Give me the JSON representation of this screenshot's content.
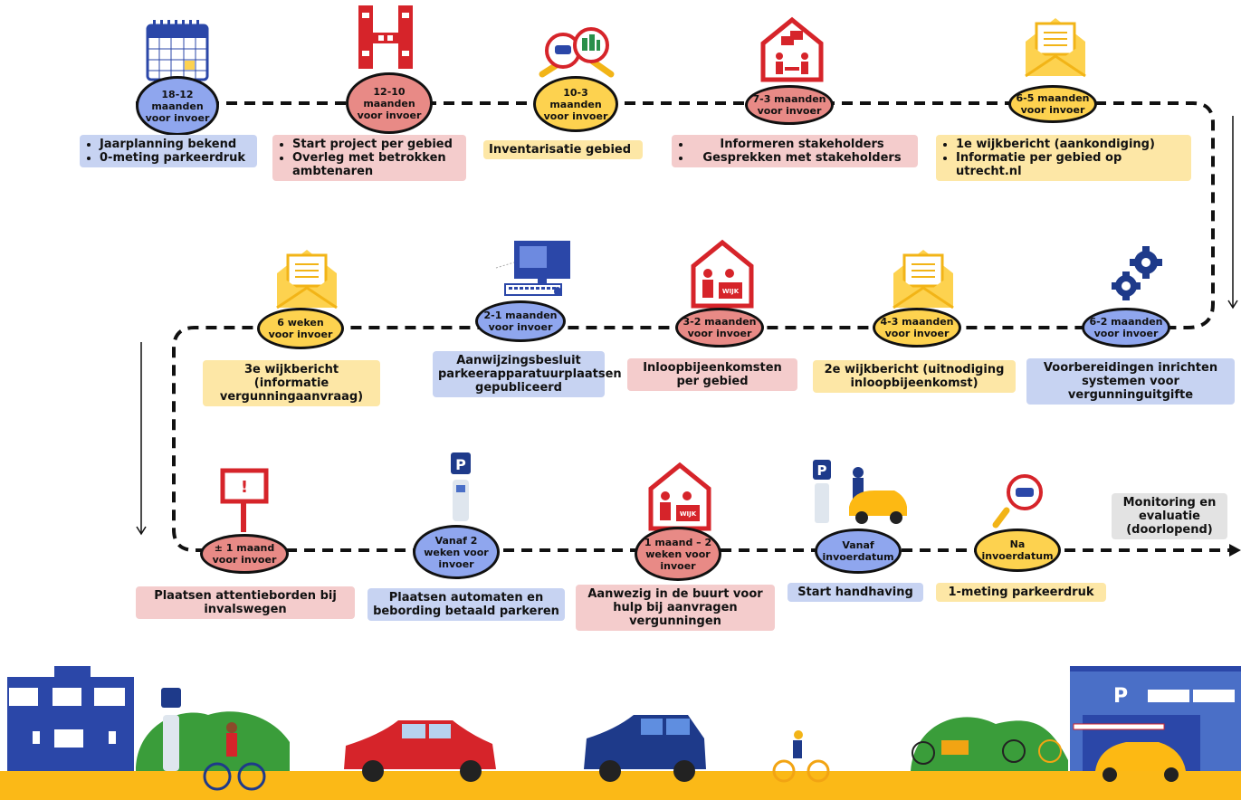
{
  "row1": {
    "nodes": [
      {
        "label": "18-12 maanden voor invoer",
        "tone": "blue"
      },
      {
        "label": "12-10 maanden voor invoer",
        "tone": "red"
      },
      {
        "label": "10-3 maanden voor invoer",
        "tone": "yellow"
      },
      {
        "label": "7-3 maanden voor invoer",
        "tone": "red"
      },
      {
        "label": "6-5 maanden voor invoer",
        "tone": "yellow"
      }
    ],
    "tags": [
      {
        "items": [
          "Jaarplanning bekend",
          "0-meting parkeerdruk"
        ]
      },
      {
        "items": [
          "Start project per gebied",
          "Overleg met betrokken ambtenaren"
        ]
      },
      {
        "text": "Inventarisatie gebied"
      },
      {
        "items": [
          "Informeren stakeholders",
          "Gesprekken met stakeholders"
        ]
      },
      {
        "items": [
          "1e wijkbericht (aankondiging)",
          "Informatie per gebied op utrecht.nl"
        ]
      }
    ]
  },
  "row2": {
    "nodes": [
      {
        "label": "6 weken voor invoer",
        "tone": "yellow"
      },
      {
        "label": "2-1 maanden voor invoer",
        "tone": "blue"
      },
      {
        "label": "3-2 maanden voor invoer",
        "tone": "red"
      },
      {
        "label": "4-3 maanden voor invoer",
        "tone": "yellow"
      },
      {
        "label": "6-2 maanden voor invoer",
        "tone": "blue"
      }
    ],
    "tags": [
      {
        "text": "3e wijkbericht (informatie vergunningaanvraag)"
      },
      {
        "text": "Aanwijzingsbesluit parkeerapparatuurplaatsen gepubliceerd"
      },
      {
        "text": "Inloopbijeenkomsten per gebied"
      },
      {
        "text": "2e wijkbericht (uitnodiging inloopbijeenkomst)"
      },
      {
        "text": "Voorbereidingen inrichten systemen voor vergunninguitgifte"
      }
    ]
  },
  "row3": {
    "nodes": [
      {
        "label": "± 1 maand voor invoer",
        "tone": "red"
      },
      {
        "label": "Vanaf 2 weken voor invoer",
        "tone": "blue"
      },
      {
        "label": "1 maand – 2 weken voor invoer",
        "tone": "red"
      },
      {
        "label": "Vanaf invoerdatum",
        "tone": "blue"
      },
      {
        "label": "Na invoerdatum",
        "tone": "yellow"
      }
    ],
    "tags": [
      {
        "text": "Plaatsen attentieborden bij invalswegen"
      },
      {
        "text": "Plaatsen automaten en bebording betaald parkeren"
      },
      {
        "text": "Aanwezig in de buurt voor hulp bij aanvragen vergunningen"
      },
      {
        "text": "Start handhaving"
      },
      {
        "text": "1-meting parkeerdruk"
      }
    ],
    "end_tag": "Monitoring en evaluatie (doorlopend)"
  },
  "icon_text": {
    "wijk": "WIJK",
    "parking": "P",
    "exclamation": "!"
  },
  "icons": [
    "calendar-icon",
    "construction-icon",
    "magnifier-map-icon",
    "stakeholder-house-icon",
    "envelope-icon",
    "computer-icon",
    "wijk-house-icon",
    "gears-icon",
    "sign-board-icon",
    "parking-meter-icon",
    "parking-person-car-icon",
    "magnifier-car-icon"
  ],
  "colors": {
    "blue": "#8fa6ee",
    "red": "#e88a86",
    "yellow": "#fdd24f",
    "navy": "#1e3a8a",
    "brand_red": "#d6242a",
    "road": "#fbb917"
  }
}
